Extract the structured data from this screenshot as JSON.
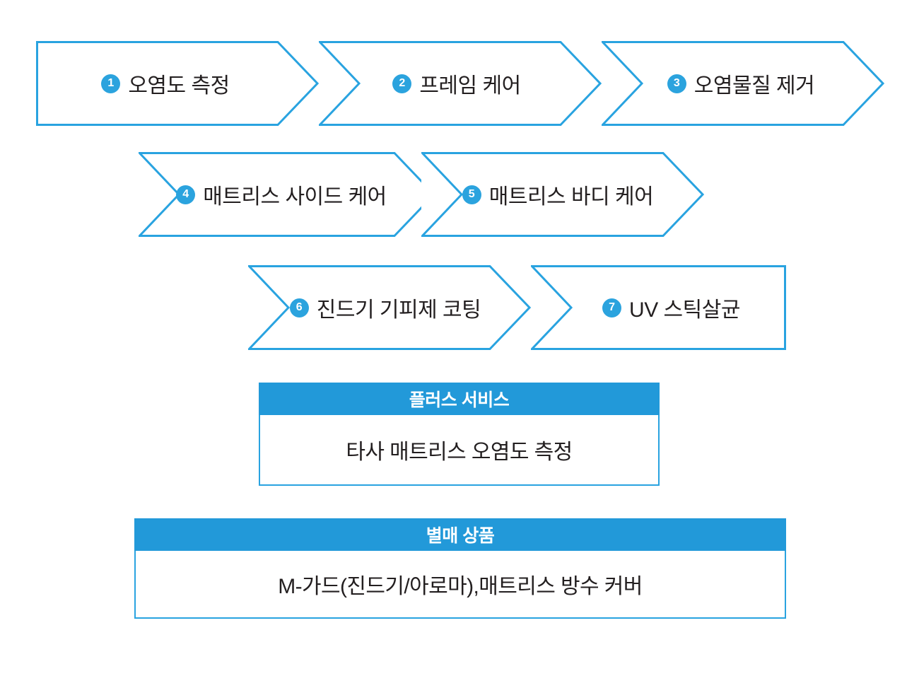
{
  "theme": {
    "line_blue": "#29a3e0",
    "header_blue": "#2299d9",
    "badge_blue": "#2ba3de",
    "text_dark": "#231f20",
    "white": "#ffffff"
  },
  "flow": {
    "rows": [
      {
        "steps": [
          {
            "number": "1",
            "label": "오염도 측정",
            "left_shape": "flat",
            "right_shape": "point"
          },
          {
            "number": "2",
            "label": "프레임 케어",
            "left_shape": "notch",
            "right_shape": "point"
          },
          {
            "number": "3",
            "label": "오염물질 제거",
            "left_shape": "notch",
            "right_shape": "point"
          }
        ]
      },
      {
        "steps": [
          {
            "number": "4",
            "label": "매트리스 사이드 케어",
            "left_shape": "notch",
            "right_shape": "point"
          },
          {
            "number": "5",
            "label": "매트리스 바디 케어",
            "left_shape": "notch",
            "right_shape": "point"
          }
        ]
      },
      {
        "steps": [
          {
            "number": "6",
            "label": "진드기 기피제  코팅",
            "left_shape": "notch",
            "right_shape": "point"
          },
          {
            "number": "7",
            "label": "UV 스틱살균",
            "left_shape": "notch",
            "right_shape": "flat"
          }
        ]
      }
    ]
  },
  "tables": [
    {
      "header": "플러스 서비스",
      "body": "타사 매트리스 오염도 측정"
    },
    {
      "header": "별매 상품",
      "body": "M-가드(진드기/아로마),매트리스 방수 커버"
    }
  ]
}
